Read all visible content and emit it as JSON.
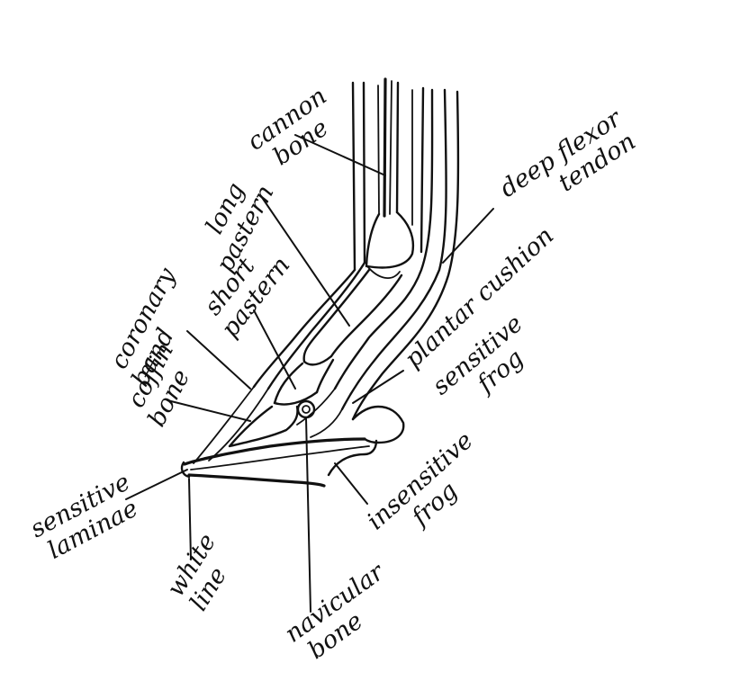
{
  "colors": {
    "ink": "#111111",
    "paper": "#ffffff"
  },
  "labels": {
    "cannon_bone": [
      "cannon",
      "bone"
    ],
    "deep_flexor_tendon": [
      "deep flexor",
      "tendon"
    ],
    "long_pastern": [
      "long",
      "pastern"
    ],
    "short_pastern": [
      "short",
      "pastern"
    ],
    "coronary_band": [
      "coronary",
      "band"
    ],
    "coffin_bone": [
      "coffin",
      "bone"
    ],
    "plantar_cushion": [
      "plantar cushion"
    ],
    "sensitive_frog": [
      "sensitive",
      "frog"
    ],
    "insensitive_frog": [
      "insensitive",
      "frog"
    ],
    "sensitive_laminae": [
      "sensitive",
      "laminae"
    ],
    "white_line": [
      "white",
      "line"
    ],
    "navicular_bone": [
      "navicular",
      "bone"
    ]
  }
}
